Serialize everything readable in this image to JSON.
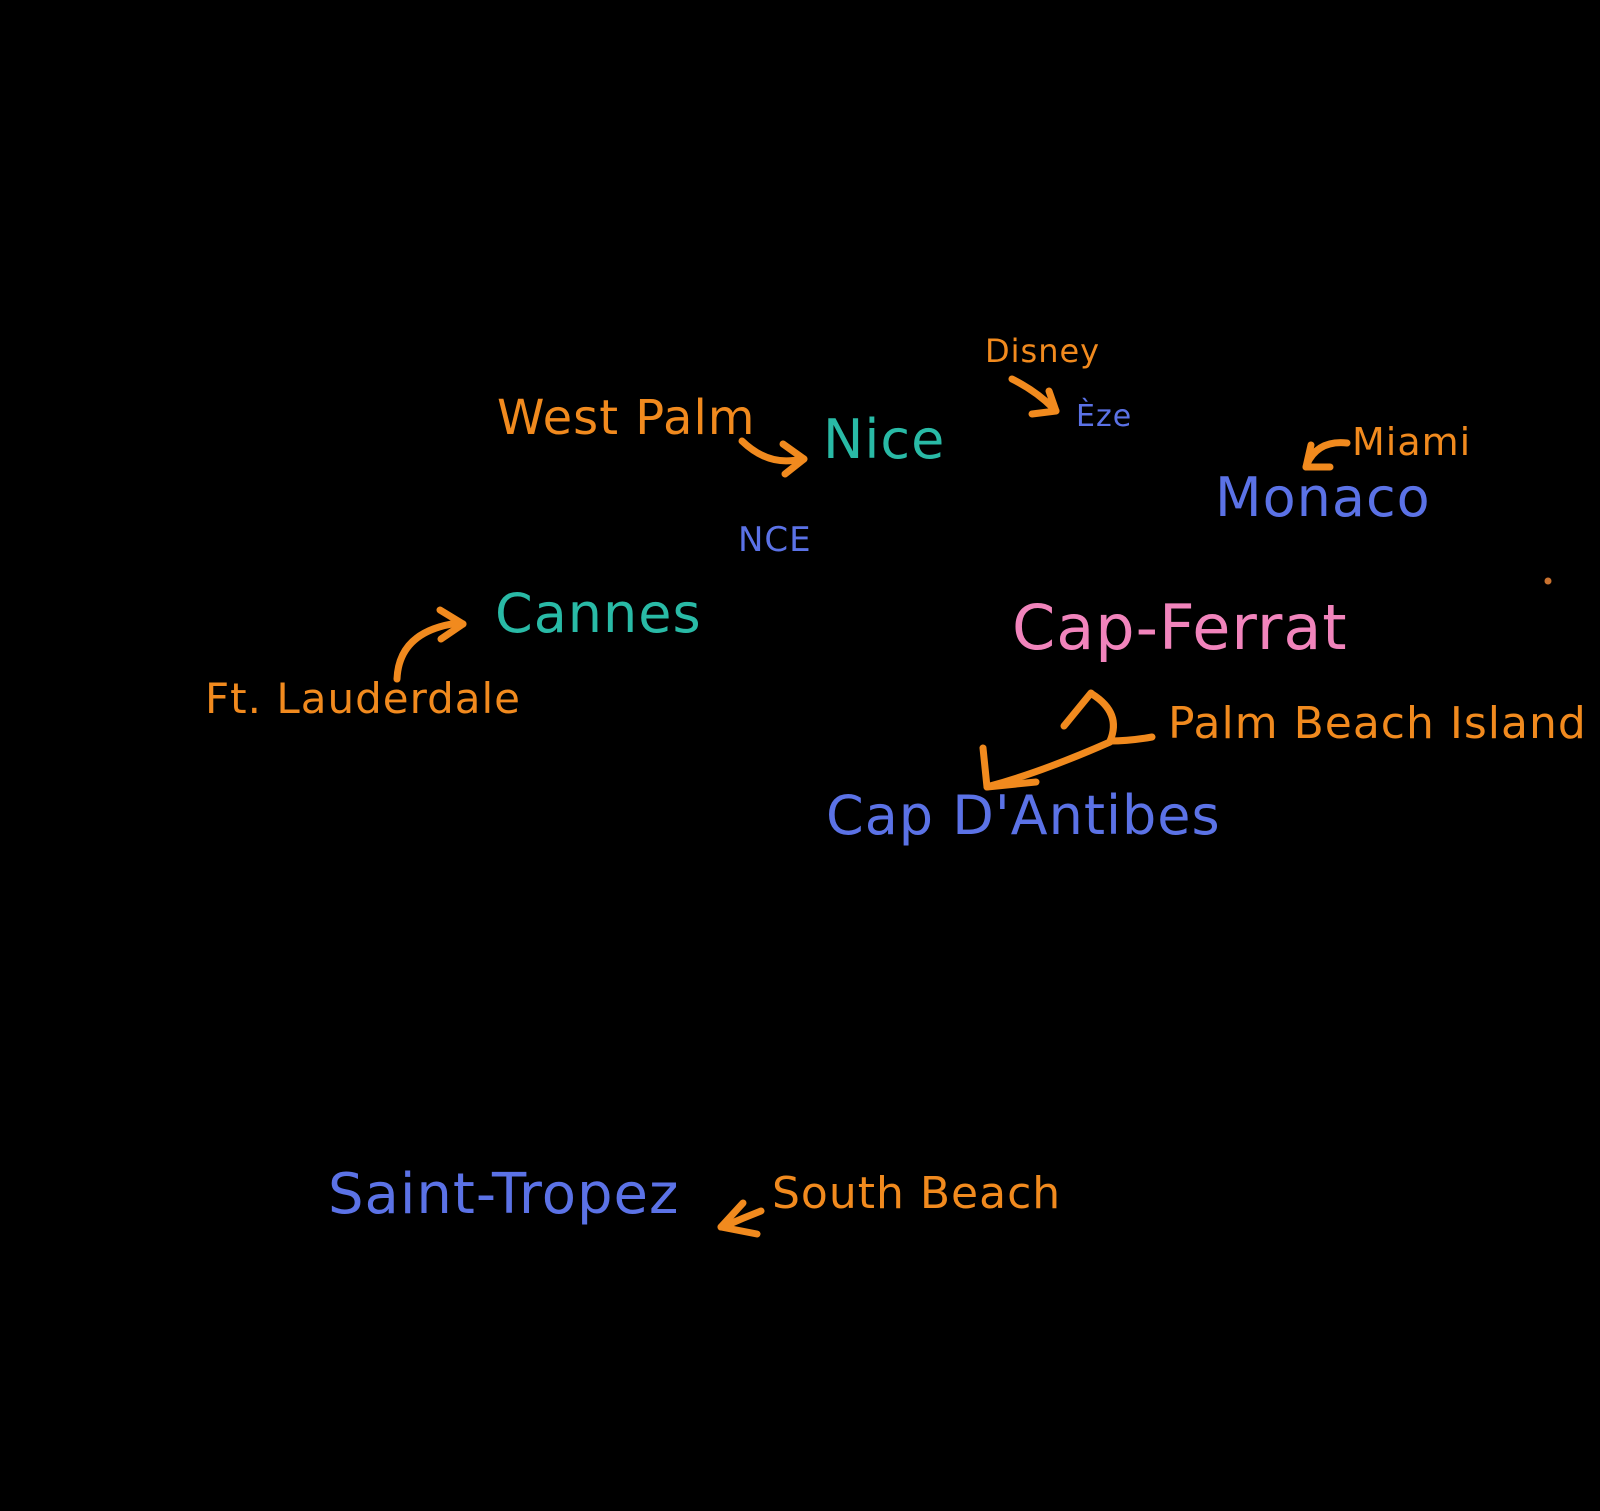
{
  "colors": {
    "background": "#000000",
    "orange": "#F18A1E",
    "teal": "#29BAA6",
    "blue": "#5B72E6",
    "pink": "#F184BC",
    "dot": "#C9722F"
  },
  "labels": [
    {
      "id": "west-palm",
      "text": "West Palm",
      "color": "orange"
    },
    {
      "id": "nice",
      "text": "Nice",
      "color": "teal"
    },
    {
      "id": "disney",
      "text": "Disney",
      "color": "orange"
    },
    {
      "id": "eze",
      "text": "Èze",
      "color": "blue"
    },
    {
      "id": "nce",
      "text": "NCE",
      "color": "blue"
    },
    {
      "id": "miami",
      "text": "Miami",
      "color": "orange"
    },
    {
      "id": "monaco",
      "text": "Monaco",
      "color": "blue"
    },
    {
      "id": "cannes",
      "text": "Cannes",
      "color": "teal"
    },
    {
      "id": "ft-lauderdale",
      "text": "Ft. Lauderdale",
      "color": "orange"
    },
    {
      "id": "cap-ferrat",
      "text": "Cap-Ferrat",
      "color": "pink"
    },
    {
      "id": "palm-beach-island",
      "text": "Palm Beach Island",
      "color": "orange"
    },
    {
      "id": "cap-d-antibes",
      "text": "Cap D'Antibes",
      "color": "blue"
    },
    {
      "id": "saint-tropez",
      "text": "Saint-Tropez",
      "color": "blue"
    },
    {
      "id": "south-beach",
      "text": "South Beach",
      "color": "orange"
    }
  ],
  "connections": [
    {
      "from": "West Palm",
      "to": "Nice"
    },
    {
      "from": "Disney",
      "to": "Èze"
    },
    {
      "from": "Miami",
      "to": "Monaco"
    },
    {
      "from": "Ft. Lauderdale",
      "to": "Cannes"
    },
    {
      "from": "Palm Beach Island",
      "to": "Cap-Ferrat"
    },
    {
      "from": "Palm Beach Island",
      "to": "Cap D'Antibes"
    },
    {
      "from": "South Beach",
      "to": "Saint-Tropez"
    }
  ]
}
